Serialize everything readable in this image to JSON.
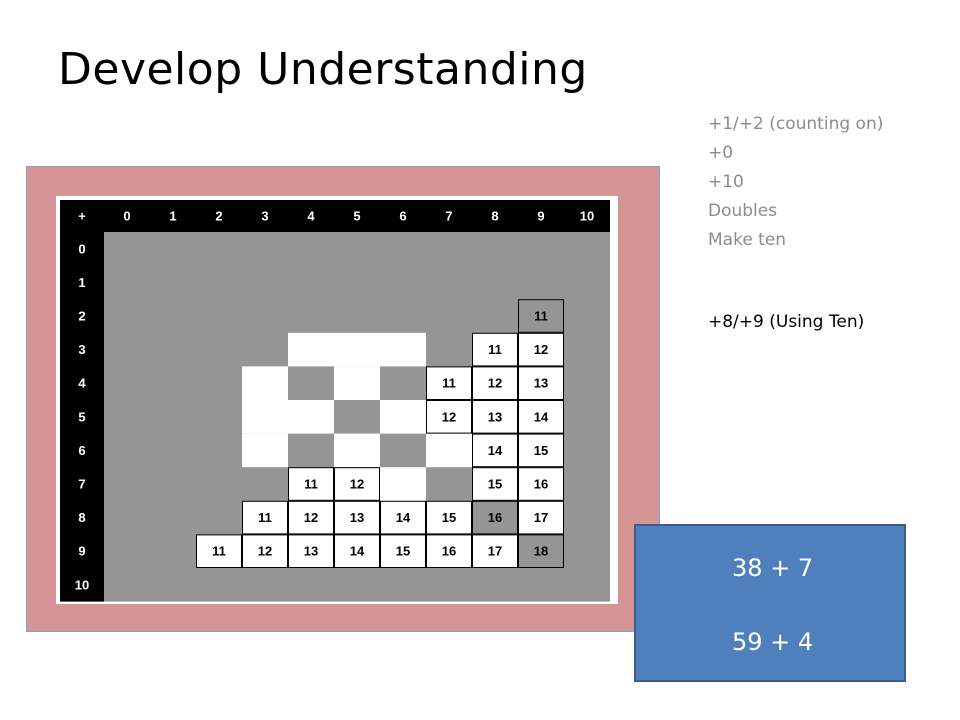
{
  "slide": {
    "title": "Develop Understanding",
    "strategies": [
      "+1/+2 (counting on)",
      "+0",
      "+10",
      "Doubles",
      "Make ten"
    ],
    "current_strategy": "+8/+9 (Using Ten)",
    "problems": [
      "38 + 7",
      "59 + 4"
    ]
  },
  "addition_table": {
    "corner": "+",
    "columns": [
      0,
      1,
      2,
      3,
      4,
      5,
      6,
      7,
      8,
      9,
      10
    ],
    "rows": [
      0,
      1,
      2,
      3,
      4,
      5,
      6,
      7,
      8,
      9,
      10
    ],
    "labeled_cells": [
      {
        "row": 2,
        "col": 9,
        "text": "11",
        "shade": "gray"
      },
      {
        "row": 3,
        "col": 8,
        "text": "11",
        "shade": "white"
      },
      {
        "row": 3,
        "col": 9,
        "text": "12",
        "shade": "white"
      },
      {
        "row": 4,
        "col": 7,
        "text": "11",
        "shade": "white"
      },
      {
        "row": 4,
        "col": 8,
        "text": "12",
        "shade": "white"
      },
      {
        "row": 4,
        "col": 9,
        "text": "13",
        "shade": "white"
      },
      {
        "row": 5,
        "col": 7,
        "text": "12",
        "shade": "white"
      },
      {
        "row": 5,
        "col": 8,
        "text": "13",
        "shade": "white"
      },
      {
        "row": 5,
        "col": 9,
        "text": "14",
        "shade": "white"
      },
      {
        "row": 6,
        "col": 8,
        "text": "14",
        "shade": "white"
      },
      {
        "row": 6,
        "col": 9,
        "text": "15",
        "shade": "white"
      },
      {
        "row": 7,
        "col": 4,
        "text": "11",
        "shade": "white"
      },
      {
        "row": 7,
        "col": 5,
        "text": "12",
        "shade": "white"
      },
      {
        "row": 7,
        "col": 8,
        "text": "15",
        "shade": "white"
      },
      {
        "row": 7,
        "col": 9,
        "text": "16",
        "shade": "white"
      },
      {
        "row": 8,
        "col": 3,
        "text": "11",
        "shade": "white"
      },
      {
        "row": 8,
        "col": 4,
        "text": "12",
        "shade": "white"
      },
      {
        "row": 8,
        "col": 5,
        "text": "13",
        "shade": "white"
      },
      {
        "row": 8,
        "col": 6,
        "text": "14",
        "shade": "white"
      },
      {
        "row": 8,
        "col": 7,
        "text": "15",
        "shade": "white"
      },
      {
        "row": 8,
        "col": 8,
        "text": "16",
        "shade": "gray"
      },
      {
        "row": 8,
        "col": 9,
        "text": "17",
        "shade": "white"
      },
      {
        "row": 9,
        "col": 2,
        "text": "11",
        "shade": "white"
      },
      {
        "row": 9,
        "col": 3,
        "text": "12",
        "shade": "white"
      },
      {
        "row": 9,
        "col": 4,
        "text": "13",
        "shade": "white"
      },
      {
        "row": 9,
        "col": 5,
        "text": "14",
        "shade": "white"
      },
      {
        "row": 9,
        "col": 6,
        "text": "15",
        "shade": "white"
      },
      {
        "row": 9,
        "col": 7,
        "text": "16",
        "shade": "white"
      },
      {
        "row": 9,
        "col": 8,
        "text": "17",
        "shade": "white"
      },
      {
        "row": 9,
        "col": 9,
        "text": "18",
        "shade": "gray"
      }
    ],
    "blank_white_cells": [
      [
        3,
        4
      ],
      [
        3,
        5
      ],
      [
        3,
        6
      ],
      [
        4,
        3
      ],
      [
        4,
        5
      ],
      [
        5,
        3
      ],
      [
        5,
        4
      ],
      [
        5,
        6
      ],
      [
        6,
        3
      ],
      [
        6,
        5
      ],
      [
        6,
        7
      ],
      [
        7,
        6
      ]
    ],
    "colors": {
      "header_bg": "#000000",
      "header_text": "#ffffff",
      "empty_cell": "#959595",
      "filled_cell": "#ffffff",
      "cell_text": "#000000"
    }
  }
}
